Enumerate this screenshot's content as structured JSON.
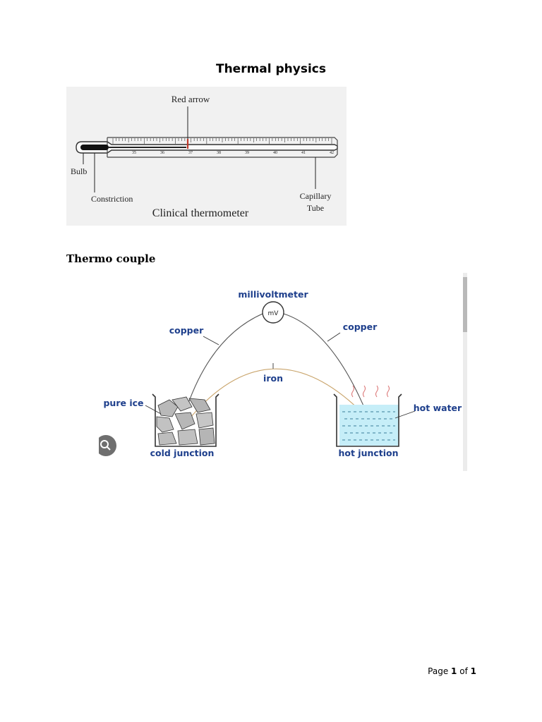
{
  "document": {
    "title": "Thermal physics",
    "section_heading": "Thermo couple",
    "footer": {
      "prefix": "Page",
      "current": "1",
      "of": "of",
      "total": "1"
    }
  },
  "thermometer_figure": {
    "caption": "Clinical thermometer",
    "labels": {
      "red_arrow": "Red arrow",
      "bulb": "Bulb",
      "constriction": "Constriction",
      "capillary_line1": "Capillary",
      "capillary_line2": "Tube"
    },
    "scale_numbers": [
      "35",
      "36",
      "37",
      "38",
      "39",
      "40",
      "41",
      "42"
    ]
  },
  "thermocouple_figure": {
    "labels": {
      "millivoltmeter": "millivoltmeter",
      "meter_unit": "mV",
      "copper_left": "copper",
      "copper_right": "copper",
      "iron": "iron",
      "pure_ice": "pure ice",
      "hot_water": "hot water",
      "cold_junction": "cold junction",
      "hot_junction": "hot junction"
    },
    "colors": {
      "label": "#1e3f8c",
      "water": "#c6eef8",
      "iron_wire": "#c9a46b"
    }
  }
}
